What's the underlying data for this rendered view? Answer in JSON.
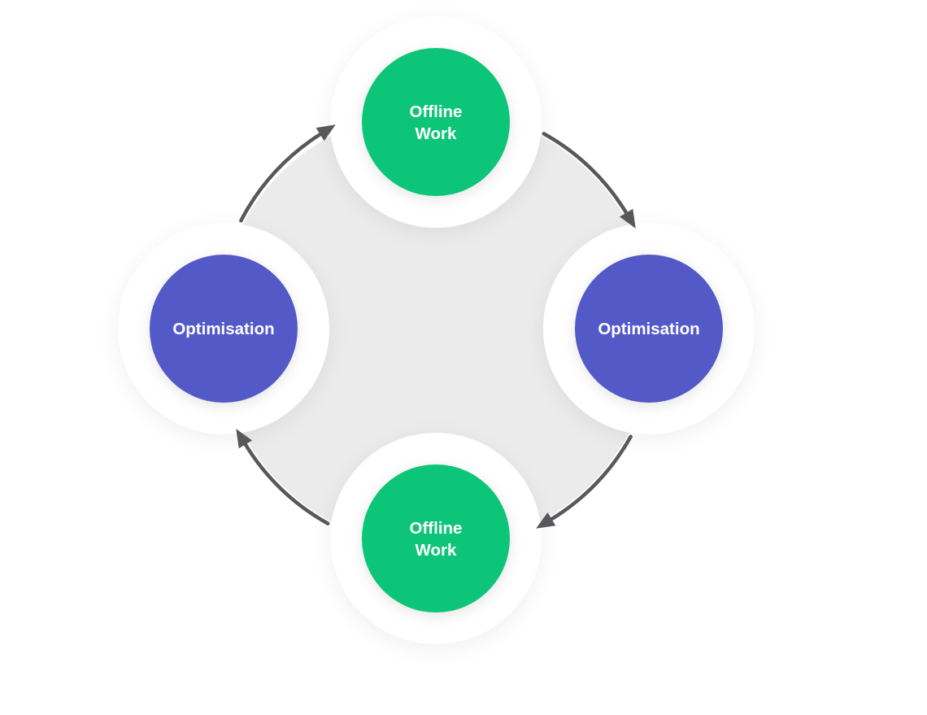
{
  "diagram": {
    "title": "offline-work-optimisation-cycle",
    "background": "#FFFFFF",
    "center_disc_color": "#EBEBEB",
    "ring_color": "#FFFFFF",
    "arrow_color": "#58585B",
    "label_text_color": "#FFFFFF",
    "direction": "clockwise",
    "nodes": [
      {
        "id": "top",
        "label_line1": "Offline",
        "label_line2": "Work",
        "color": "#0DC578",
        "text_color": "#FFFFFF"
      },
      {
        "id": "right",
        "label_line1": "Optimisation",
        "label_line2": "",
        "color": "#5459C8",
        "text_color": "#FFFFFF"
      },
      {
        "id": "bottom",
        "label_line1": "Offline",
        "label_line2": "Work",
        "color": "#0DC578",
        "text_color": "#FFFFFF"
      },
      {
        "id": "left",
        "label_line1": "Optimisation",
        "label_line2": "",
        "color": "#5459C8",
        "text_color": "#FFFFFF"
      }
    ]
  }
}
